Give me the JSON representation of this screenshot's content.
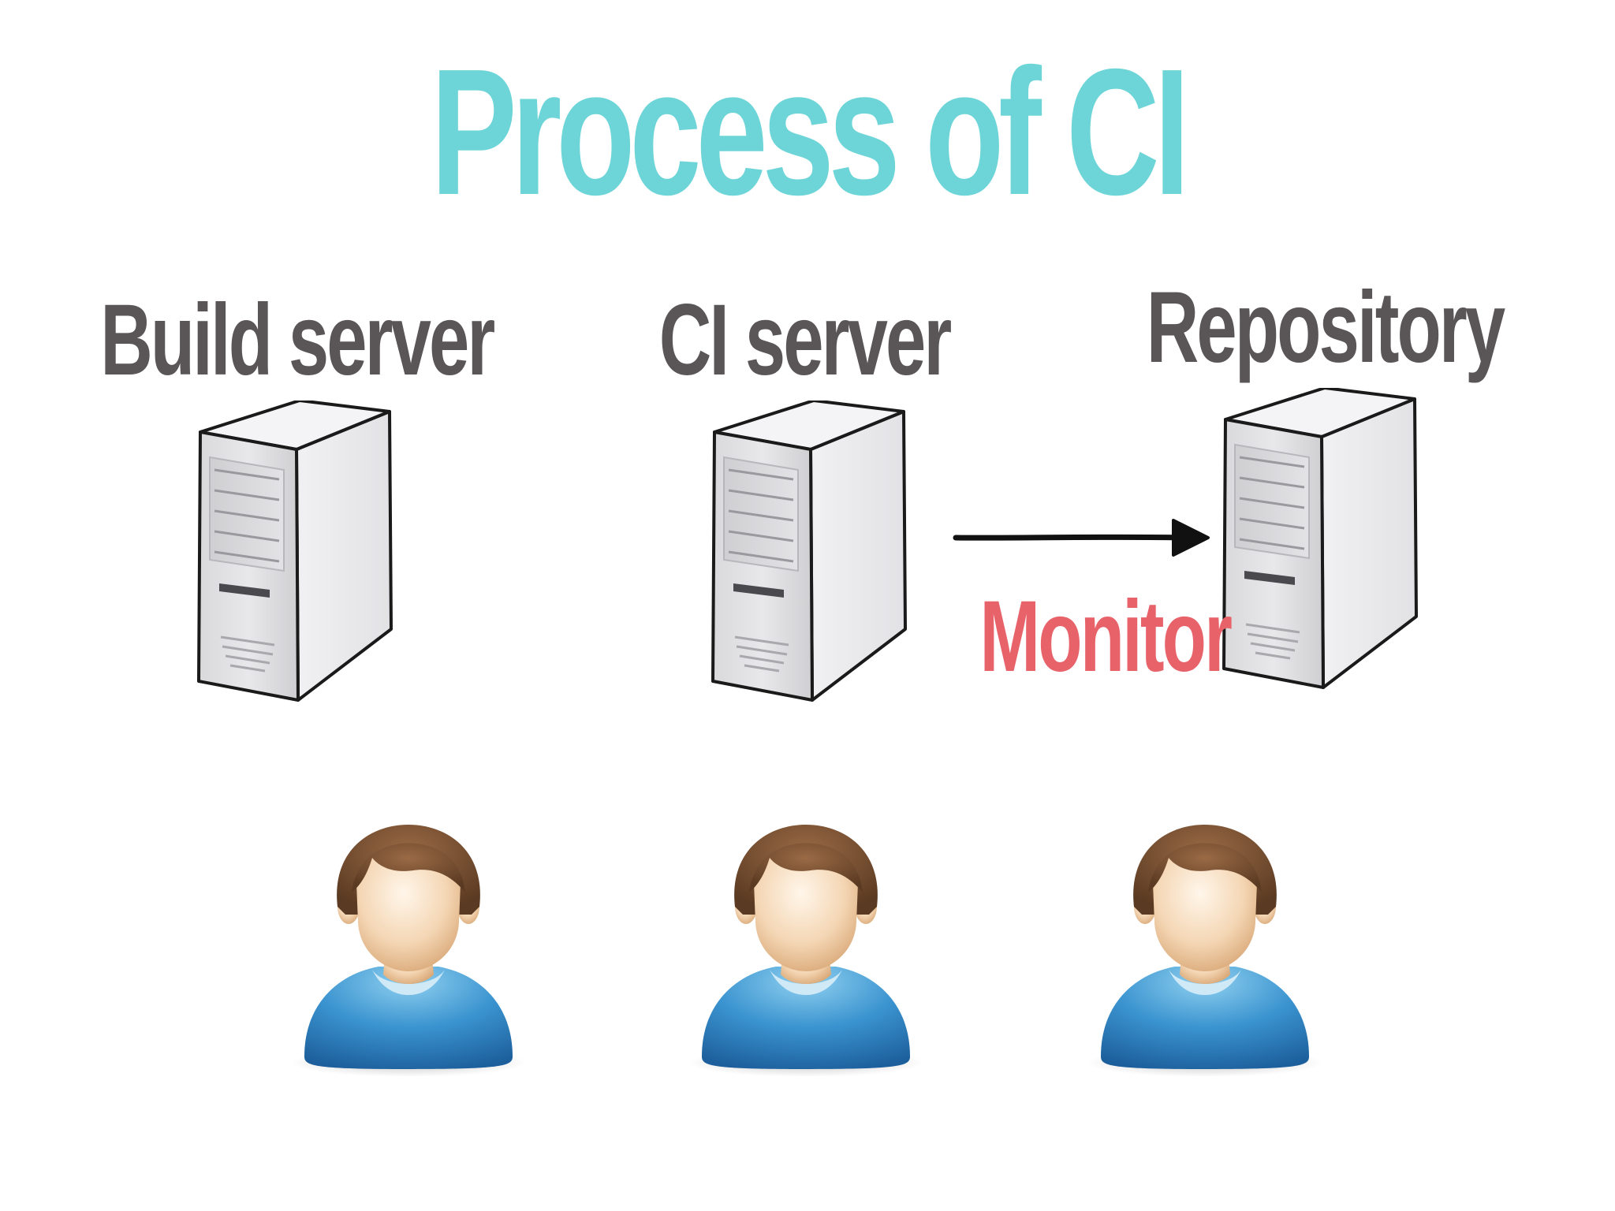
{
  "title": "Process of CI",
  "colors": {
    "title": "#6dd5d8",
    "label": "#5a5557",
    "monitor": "#e8626a",
    "arrow": "#111111"
  },
  "nodes": {
    "build_server": {
      "label": "Build server",
      "icon": "server-icon"
    },
    "ci_server": {
      "label": "CI server",
      "icon": "server-icon"
    },
    "repository": {
      "label": "Repository",
      "icon": "server-icon"
    }
  },
  "edges": [
    {
      "from": "ci_server",
      "to": "repository",
      "label": "Monitor"
    }
  ],
  "people": [
    {
      "icon": "user-icon"
    },
    {
      "icon": "user-icon"
    },
    {
      "icon": "user-icon"
    }
  ]
}
